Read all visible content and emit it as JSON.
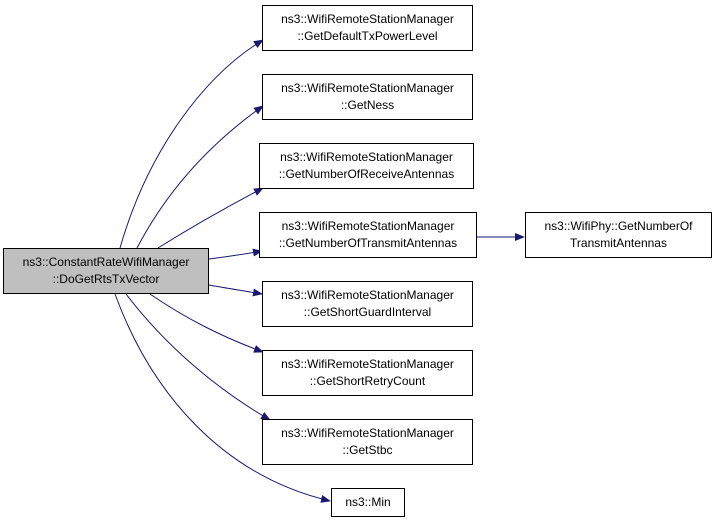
{
  "colors": {
    "edge": "#191970",
    "root_fill": "#bfbfbf",
    "node_fill": "#ffffff",
    "border": "#000000"
  },
  "nodes": [
    {
      "id": "root",
      "lines": [
        "ns3::ConstantRateWifiManager",
        "::DoGetRtsTxVector"
      ]
    },
    {
      "id": "n1",
      "lines": [
        "ns3::WifiRemoteStationManager",
        "::GetDefaultTxPowerLevel"
      ]
    },
    {
      "id": "n2",
      "lines": [
        "ns3::WifiRemoteStationManager",
        "::GetNess"
      ]
    },
    {
      "id": "n3",
      "lines": [
        "ns3::WifiRemoteStationManager",
        "::GetNumberOfReceiveAntennas"
      ]
    },
    {
      "id": "n4",
      "lines": [
        "ns3::WifiRemoteStationManager",
        "::GetNumberOfTransmitAntennas"
      ]
    },
    {
      "id": "n5",
      "lines": [
        "ns3::WifiPhy::GetNumberOf",
        "TransmitAntennas"
      ]
    },
    {
      "id": "n6",
      "lines": [
        "ns3::WifiRemoteStationManager",
        "::GetShortGuardInterval"
      ]
    },
    {
      "id": "n7",
      "lines": [
        "ns3::WifiRemoteStationManager",
        "::GetShortRetryCount"
      ]
    },
    {
      "id": "n8",
      "lines": [
        "ns3::WifiRemoteStationManager",
        "::GetStbc"
      ]
    },
    {
      "id": "n9",
      "lines": [
        "ns3::Min"
      ]
    }
  ],
  "edges": [
    {
      "from": "root",
      "to": "n1"
    },
    {
      "from": "root",
      "to": "n2"
    },
    {
      "from": "root",
      "to": "n3"
    },
    {
      "from": "root",
      "to": "n4"
    },
    {
      "from": "root",
      "to": "n6"
    },
    {
      "from": "root",
      "to": "n7"
    },
    {
      "from": "root",
      "to": "n8"
    },
    {
      "from": "root",
      "to": "n9"
    },
    {
      "from": "n4",
      "to": "n5"
    }
  ]
}
